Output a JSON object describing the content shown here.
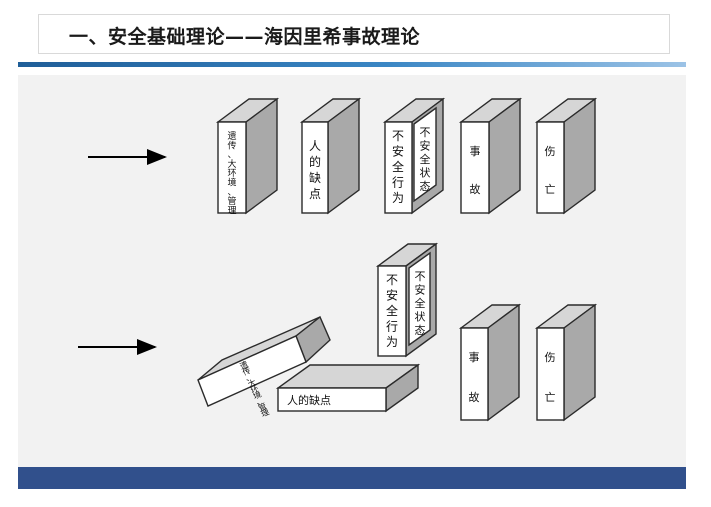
{
  "slide": {
    "title": "一、安全基础理论——海因里希事故理论"
  },
  "diagram": {
    "standing_row": {
      "dominoes": [
        {
          "label": "遗传、大环境、管理"
        },
        {
          "label": "人的缺点"
        },
        {
          "label": "不安全行为"
        },
        {
          "label": "事故"
        },
        {
          "label": "伤亡"
        }
      ],
      "state_label": "不安全状态"
    },
    "falling_row": {
      "behavior_label": "不安全行为",
      "state_label": "不安全状态",
      "fallen_first_label": "遗传、大环境、管理",
      "fallen_second_label": "人的缺点",
      "accident_label": "事故",
      "injury_label": "伤亡"
    }
  },
  "colors": {
    "header_rule": "#2f6fad",
    "footer_bar": "#31508c",
    "panel_bg": "#f2f2f2",
    "domino_side": "#a9a9a9"
  }
}
